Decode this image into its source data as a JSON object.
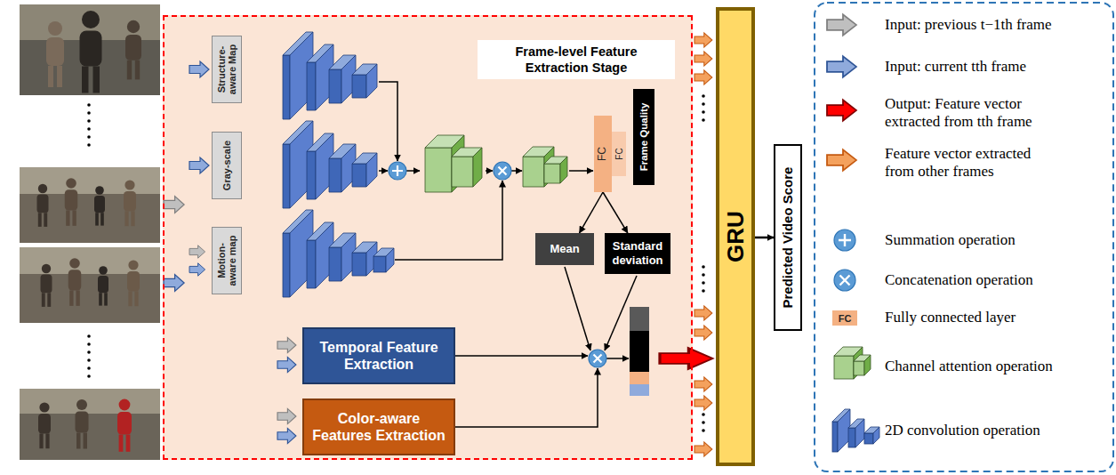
{
  "diagram": {
    "nodes": [
      {
        "text": [
          "Frame-level Feature Extraction Stage"
        ]
      },
      {
        "text": [
          "Structure-aware Map"
        ],
        "in": 0
      },
      {
        "text": [
          "Gray-scale"
        ],
        "in": 0
      },
      {
        "text": [
          "Motion-aware map"
        ],
        "in": 0
      },
      {
        "text": [
          "FC"
        ],
        "in": 0
      },
      {
        "text": [
          "FC"
        ],
        "in": 0
      },
      {
        "text": [
          "Frame Quality"
        ],
        "in": 0
      },
      {
        "text": [
          "Mean"
        ],
        "in": 0
      },
      {
        "text": [
          "Standard deviation"
        ],
        "in": 0
      },
      {
        "text": [
          "Temporal Feature Extraction"
        ],
        "in": 0
      },
      {
        "text": [
          "Color-aware Features Extraction"
        ],
        "in": 0
      },
      {
        "text": [
          "GRU"
        ]
      },
      {
        "text": [
          "Predicted Video Score"
        ]
      }
    ],
    "edges": [
      {
        "from": 4,
        "to": 7,
        "arrow": "to"
      },
      {
        "from": 4,
        "to": 8,
        "arrow": "to"
      },
      {
        "from": 11,
        "to": 12,
        "arrow": "to"
      }
    ],
    "labels": [
      "FC"
    ],
    "legend": [
      {
        "text": "Input: previous t−1th frame"
      },
      {
        "text": "Input: current tth frame"
      },
      {
        "text": "Output: Feature vector extracted from tth frame"
      },
      {
        "text": "Feature vector extracted from other frames"
      },
      {
        "text": "Summation operation"
      },
      {
        "text": "Concatenation operation"
      },
      {
        "text": "Fully connected layer"
      },
      {
        "text": "Channel attention operation"
      },
      {
        "text": "2D convolution operation"
      }
    ]
  }
}
